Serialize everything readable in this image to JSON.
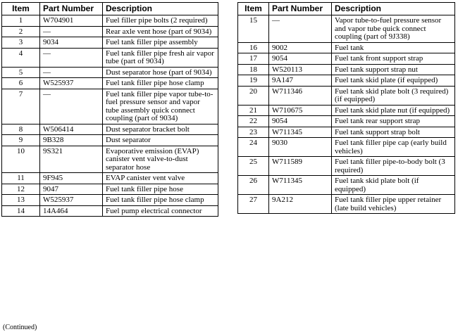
{
  "headers": {
    "item": "Item",
    "part_number": "Part Number",
    "description": "Description"
  },
  "left_rows": [
    {
      "item": "1",
      "part": "W704901",
      "desc": "Fuel filler pipe bolts (2 required)"
    },
    {
      "item": "2",
      "part": "—",
      "desc": "Rear axle vent hose (part of 9034)"
    },
    {
      "item": "3",
      "part": "9034",
      "desc": "Fuel tank filler pipe assembly"
    },
    {
      "item": "4",
      "part": "—",
      "desc": "Fuel tank filler pipe fresh air vapor tube (part of 9034)"
    },
    {
      "item": "5",
      "part": "—",
      "desc": "Dust separator hose (part of 9034)"
    },
    {
      "item": "6",
      "part": "W525937",
      "desc": "Fuel tank filler pipe hose clamp"
    },
    {
      "item": "7",
      "part": "—",
      "desc": "Fuel tank filler pipe vapor tube-to-fuel pressure sensor and vapor tube assembly quick connect coupling (part of 9034)"
    },
    {
      "item": "8",
      "part": "W506414",
      "desc": "Dust separator bracket bolt"
    },
    {
      "item": "9",
      "part": "9B328",
      "desc": "Dust separator"
    },
    {
      "item": "10",
      "part": "9S321",
      "desc": "Evaporative emission (EVAP) canister vent valve-to-dust separator hose"
    },
    {
      "item": "11",
      "part": "9F945",
      "desc": "EVAP canister vent valve"
    },
    {
      "item": "12",
      "part": "9047",
      "desc": "Fuel tank filler pipe hose"
    },
    {
      "item": "13",
      "part": "W525937",
      "desc": "Fuel tank filler pipe hose clamp"
    },
    {
      "item": "14",
      "part": "14A464",
      "desc": "Fuel pump electrical connector"
    }
  ],
  "right_rows": [
    {
      "item": "15",
      "part": "—",
      "desc": "Vapor tube-to-fuel pressure sensor and vapor tube quick connect coupling (part of 9J338)"
    },
    {
      "item": "16",
      "part": "9002",
      "desc": "Fuel tank"
    },
    {
      "item": "17",
      "part": "9054",
      "desc": "Fuel tank front support strap"
    },
    {
      "item": "18",
      "part": "W520113",
      "desc": "Fuel tank support strap nut"
    },
    {
      "item": "19",
      "part": "9A147",
      "desc": "Fuel tank skid plate (if equipped)"
    },
    {
      "item": "20",
      "part": "W711346",
      "desc": "Fuel tank skid plate bolt (3 required) (if equipped)"
    },
    {
      "item": "21",
      "part": "W710675",
      "desc": "Fuel tank skid plate nut (if equipped)"
    },
    {
      "item": "22",
      "part": "9054",
      "desc": "Fuel tank rear support strap"
    },
    {
      "item": "23",
      "part": "W711345",
      "desc": "Fuel tank support strap bolt"
    },
    {
      "item": "24",
      "part": "9030",
      "desc": "Fuel tank filler pipe cap (early build vehicles)"
    },
    {
      "item": "25",
      "part": "W711589",
      "desc": "Fuel tank filler pipe-to-body bolt (3 required)"
    },
    {
      "item": "26",
      "part": "W711345",
      "desc": "Fuel tank skid plate bolt (if equipped)"
    },
    {
      "item": "27",
      "part": "9A212",
      "desc": "Fuel tank filler pipe upper retainer (late build vehicles)"
    }
  ],
  "footnote": "(Continued)"
}
